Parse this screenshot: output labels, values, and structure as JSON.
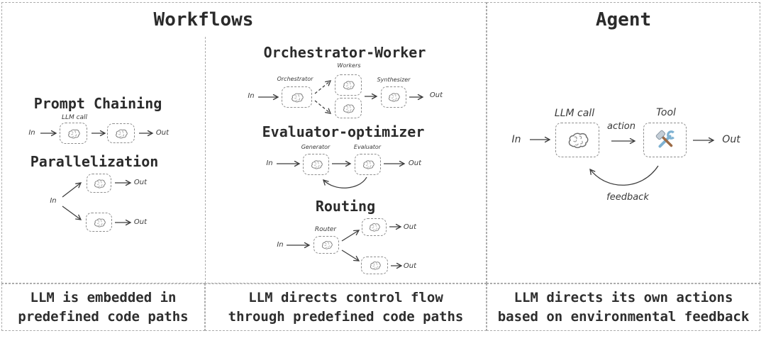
{
  "workflows": {
    "title": "Workflows",
    "prompt_chaining": {
      "title": "Prompt Chaining",
      "llm_call": "LLM call",
      "in": "In",
      "out": "Out"
    },
    "parallelization": {
      "title": "Parallelization",
      "in": "In",
      "out_top": "Out",
      "out_bottom": "Out"
    },
    "orchestrator_worker": {
      "title": "Orchestrator-Worker",
      "orchestrator": "Orchestrator",
      "workers": "Workers",
      "synthesizer": "Synthesizer",
      "in": "In",
      "out": "Out"
    },
    "evaluator_optimizer": {
      "title": "Evaluator-optimizer",
      "generator": "Generator",
      "evaluator": "Evaluator",
      "in": "In",
      "out": "Out"
    },
    "routing": {
      "title": "Routing",
      "router": "Router",
      "in": "In",
      "out_top": "Out",
      "out_bottom": "Out"
    },
    "caption_left": "LLM is embedded in\npredefined code paths",
    "caption_middle": "LLM directs control flow\nthrough predefined code paths"
  },
  "agent": {
    "title": "Agent",
    "llm_call": "LLM call",
    "tool": "Tool",
    "action": "action",
    "feedback": "feedback",
    "in": "In",
    "out": "Out",
    "caption": "LLM directs its own actions\nbased on environmental feedback"
  },
  "icons": {
    "brain": "brain-sketch",
    "tool": "hammer-and-wrench"
  },
  "colors": {
    "panel_border": "#ababab",
    "box_border": "#8d8d8d",
    "text": "#2b2b2b",
    "arrow": "#3c3c3c",
    "wrench_blue": "#7fb2d2",
    "hammer_brown": "#9c6a45"
  }
}
